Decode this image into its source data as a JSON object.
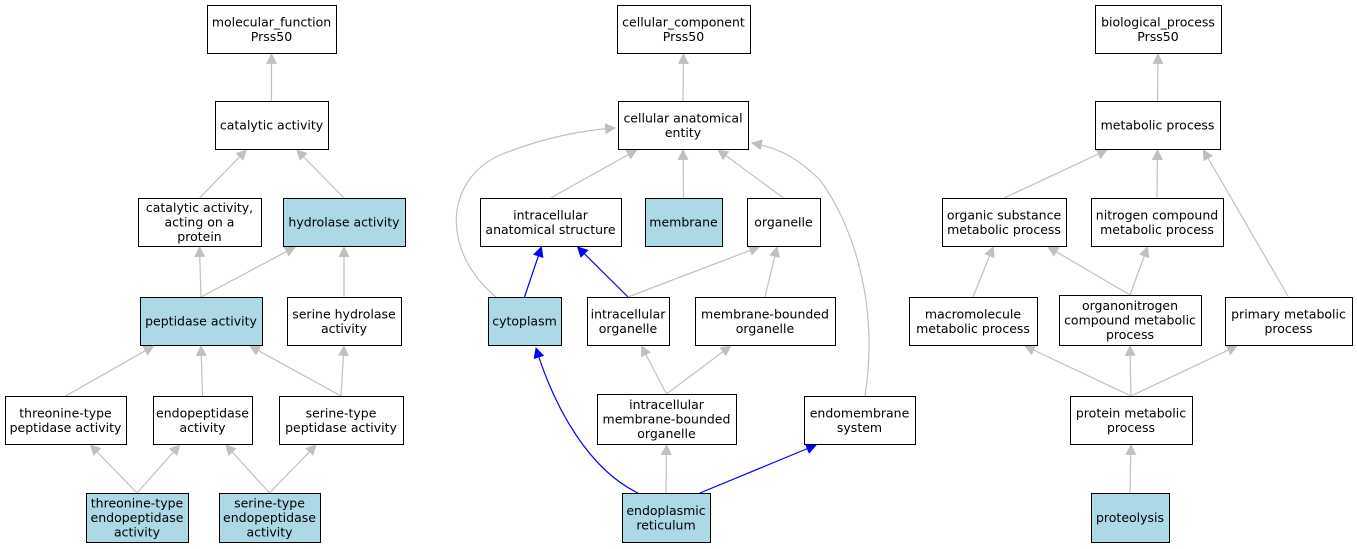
{
  "colors": {
    "highlight_fill": "#add8e6",
    "plain_fill": "#ffffff",
    "edge_gray": "#c0c0c0",
    "edge_blue": "#0000ff"
  },
  "nodes": {
    "mf_root": {
      "lines": [
        "molecular_function",
        "Prss50"
      ],
      "highlight": false
    },
    "catalytic": {
      "lines": [
        "catalytic activity"
      ],
      "highlight": false
    },
    "cat_protein": {
      "lines": [
        "catalytic activity,",
        "acting on a",
        "protein"
      ],
      "highlight": false
    },
    "hydrolase": {
      "lines": [
        "hydrolase activity"
      ],
      "highlight": true
    },
    "peptidase": {
      "lines": [
        "peptidase activity"
      ],
      "highlight": true
    },
    "serine_hydrolase": {
      "lines": [
        "serine hydrolase",
        "activity"
      ],
      "highlight": false
    },
    "thr_peptidase": {
      "lines": [
        "threonine-type",
        "peptidase activity"
      ],
      "highlight": false
    },
    "endopeptidase": {
      "lines": [
        "endopeptidase",
        "activity"
      ],
      "highlight": false
    },
    "ser_peptidase": {
      "lines": [
        "serine-type",
        "peptidase activity"
      ],
      "highlight": false
    },
    "thr_endo": {
      "lines": [
        "threonine-type",
        "endopeptidase",
        "activity"
      ],
      "highlight": true
    },
    "ser_endo": {
      "lines": [
        "serine-type",
        "endopeptidase",
        "activity"
      ],
      "highlight": true
    },
    "cc_root": {
      "lines": [
        "cellular_component",
        "Prss50"
      ],
      "highlight": false
    },
    "cae": {
      "lines": [
        "cellular anatomical",
        "entity"
      ],
      "highlight": false
    },
    "ias": {
      "lines": [
        "intracellular",
        "anatomical structure"
      ],
      "highlight": false
    },
    "membrane": {
      "lines": [
        "membrane"
      ],
      "highlight": true
    },
    "organelle": {
      "lines": [
        "organelle"
      ],
      "highlight": false
    },
    "cytoplasm": {
      "lines": [
        "cytoplasm"
      ],
      "highlight": true
    },
    "intra_org": {
      "lines": [
        "intracellular",
        "organelle"
      ],
      "highlight": false
    },
    "mb_org": {
      "lines": [
        "membrane-bounded",
        "organelle"
      ],
      "highlight": false
    },
    "imb_org": {
      "lines": [
        "intracellular",
        "membrane-bounded",
        "organelle"
      ],
      "highlight": false
    },
    "endomembrane": {
      "lines": [
        "endomembrane",
        "system"
      ],
      "highlight": false
    },
    "er": {
      "lines": [
        "endoplasmic",
        "reticulum"
      ],
      "highlight": true
    },
    "bp_root": {
      "lines": [
        "biological_process",
        "Prss50"
      ],
      "highlight": false
    },
    "metabolic": {
      "lines": [
        "metabolic process"
      ],
      "highlight": false
    },
    "organic": {
      "lines": [
        "organic substance",
        "metabolic process"
      ],
      "highlight": false
    },
    "nitrogen": {
      "lines": [
        "nitrogen compound",
        "metabolic process"
      ],
      "highlight": false
    },
    "macromolecule": {
      "lines": [
        "macromolecule",
        "metabolic process"
      ],
      "highlight": false
    },
    "organonitrogen": {
      "lines": [
        "organonitrogen",
        "compound metabolic",
        "process"
      ],
      "highlight": false
    },
    "primary": {
      "lines": [
        "primary metabolic",
        "process"
      ],
      "highlight": false
    },
    "protein_metabolic": {
      "lines": [
        "protein metabolic",
        "process"
      ],
      "highlight": false
    },
    "proteolysis": {
      "lines": [
        "proteolysis"
      ],
      "highlight": true
    }
  },
  "edges": [
    {
      "from": "catalytic",
      "to": "mf_root",
      "color": "gray"
    },
    {
      "from": "cat_protein",
      "to": "catalytic",
      "color": "gray"
    },
    {
      "from": "hydrolase",
      "to": "catalytic",
      "color": "gray"
    },
    {
      "from": "peptidase",
      "to": "cat_protein",
      "color": "gray"
    },
    {
      "from": "peptidase",
      "to": "hydrolase",
      "color": "gray"
    },
    {
      "from": "serine_hydrolase",
      "to": "hydrolase",
      "color": "gray"
    },
    {
      "from": "thr_peptidase",
      "to": "peptidase",
      "color": "gray"
    },
    {
      "from": "endopeptidase",
      "to": "peptidase",
      "color": "gray"
    },
    {
      "from": "ser_peptidase",
      "to": "peptidase",
      "color": "gray"
    },
    {
      "from": "ser_peptidase",
      "to": "serine_hydrolase",
      "color": "gray"
    },
    {
      "from": "thr_endo",
      "to": "thr_peptidase",
      "color": "gray"
    },
    {
      "from": "thr_endo",
      "to": "endopeptidase",
      "color": "gray"
    },
    {
      "from": "ser_endo",
      "to": "endopeptidase",
      "color": "gray"
    },
    {
      "from": "ser_endo",
      "to": "ser_peptidase",
      "color": "gray"
    },
    {
      "from": "cae",
      "to": "cc_root",
      "color": "gray"
    },
    {
      "from": "ias",
      "to": "cae",
      "color": "gray"
    },
    {
      "from": "membrane",
      "to": "cae",
      "color": "gray"
    },
    {
      "from": "organelle",
      "to": "cae",
      "color": "gray"
    },
    {
      "from": "cytoplasm",
      "to": "cae",
      "color": "gray"
    },
    {
      "from": "endomembrane",
      "to": "cae",
      "color": "gray"
    },
    {
      "from": "cytoplasm",
      "to": "ias",
      "color": "blue"
    },
    {
      "from": "intra_org",
      "to": "ias",
      "color": "blue"
    },
    {
      "from": "intra_org",
      "to": "organelle",
      "color": "gray"
    },
    {
      "from": "mb_org",
      "to": "organelle",
      "color": "gray"
    },
    {
      "from": "imb_org",
      "to": "intra_org",
      "color": "gray"
    },
    {
      "from": "imb_org",
      "to": "mb_org",
      "color": "gray"
    },
    {
      "from": "er",
      "to": "imb_org",
      "color": "gray"
    },
    {
      "from": "er",
      "to": "cytoplasm",
      "color": "blue"
    },
    {
      "from": "er",
      "to": "endomembrane",
      "color": "blue"
    },
    {
      "from": "metabolic",
      "to": "bp_root",
      "color": "gray"
    },
    {
      "from": "organic",
      "to": "metabolic",
      "color": "gray"
    },
    {
      "from": "nitrogen",
      "to": "metabolic",
      "color": "gray"
    },
    {
      "from": "primary",
      "to": "metabolic",
      "color": "gray"
    },
    {
      "from": "macromolecule",
      "to": "organic",
      "color": "gray"
    },
    {
      "from": "organonitrogen",
      "to": "organic",
      "color": "gray"
    },
    {
      "from": "organonitrogen",
      "to": "nitrogen",
      "color": "gray"
    },
    {
      "from": "protein_metabolic",
      "to": "macromolecule",
      "color": "gray"
    },
    {
      "from": "protein_metabolic",
      "to": "organonitrogen",
      "color": "gray"
    },
    {
      "from": "protein_metabolic",
      "to": "primary",
      "color": "gray"
    },
    {
      "from": "proteolysis",
      "to": "protein_metabolic",
      "color": "gray"
    }
  ]
}
